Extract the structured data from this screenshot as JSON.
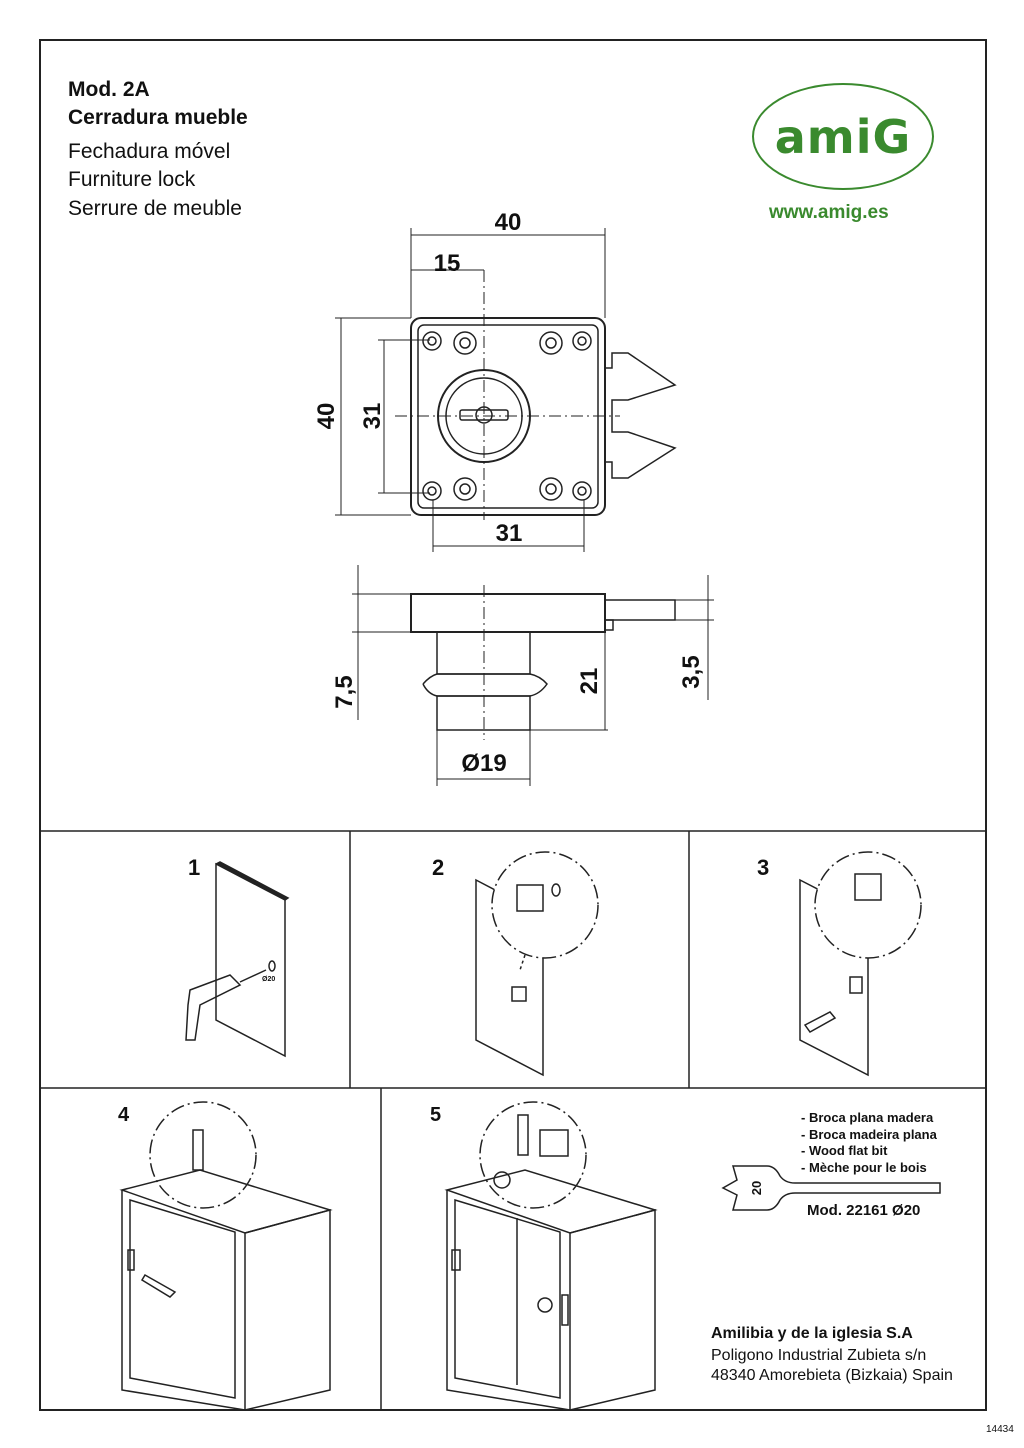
{
  "title": {
    "model": "Mod. 2A",
    "es": "Cerradura mueble",
    "pt": "Fechadura móvel",
    "en": "Furniture lock",
    "fr": "Serrure de meuble"
  },
  "logo": {
    "text": "amiG",
    "url": "www.amig.es",
    "color": "#3a8a2e"
  },
  "dimensions": {
    "width_top": "40",
    "offset": "15",
    "height_left": "40",
    "hole_spacing_v": "31",
    "hole_spacing_h": "31",
    "plate": "7,5",
    "depth": "21",
    "bolt": "3,5",
    "diameter": "Ø19"
  },
  "steps": [
    "1",
    "2",
    "3",
    "4",
    "5"
  ],
  "step1_label": "Ø20",
  "bit": {
    "lines": [
      "- Broca plana madera",
      "- Broca madeira plana",
      "- Wood flat bit",
      "- Mèche pour le bois"
    ],
    "size": "20",
    "model": "Mod. 22161 Ø20"
  },
  "company": {
    "name": "Amilibia y de la iglesia S.A",
    "address1": "Poligono Industrial Zubieta s/n",
    "address2": "48340 Amorebieta (Bizkaia) Spain"
  },
  "doc_code": "14434"
}
